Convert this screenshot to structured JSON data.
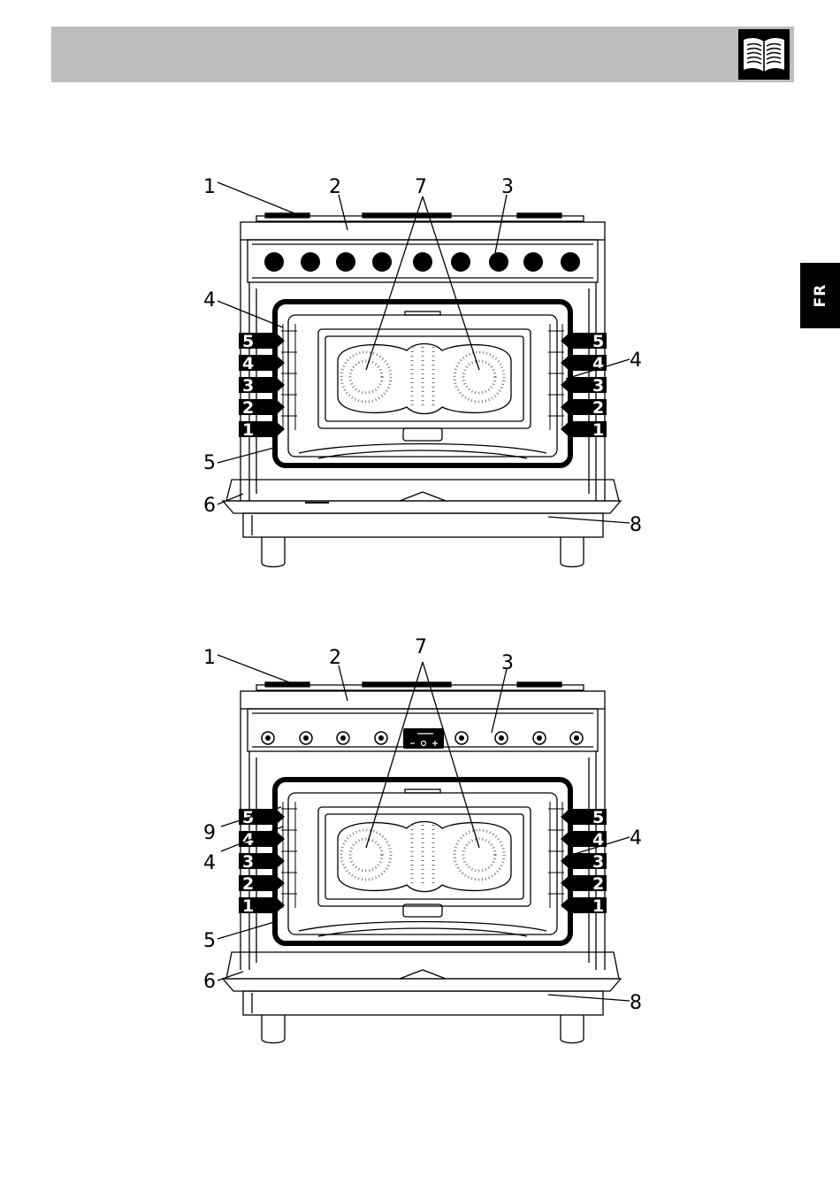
{
  "header": {
    "icon": "open-book-icon"
  },
  "language_tab": {
    "label": "FR"
  },
  "diagrams": [
    {
      "variant": "analog-controls",
      "callouts": [
        "1",
        "2",
        "7",
        "3",
        "4",
        "4",
        "5",
        "6",
        "8"
      ],
      "shelf_levels": [
        "5",
        "4",
        "3",
        "2",
        "1"
      ]
    },
    {
      "variant": "digital-display-controls",
      "callouts": [
        "1",
        "2",
        "7",
        "3",
        "9",
        "4",
        "4",
        "5",
        "6",
        "8"
      ],
      "shelf_levels": [
        "5",
        "4",
        "3",
        "2",
        "1"
      ]
    }
  ]
}
